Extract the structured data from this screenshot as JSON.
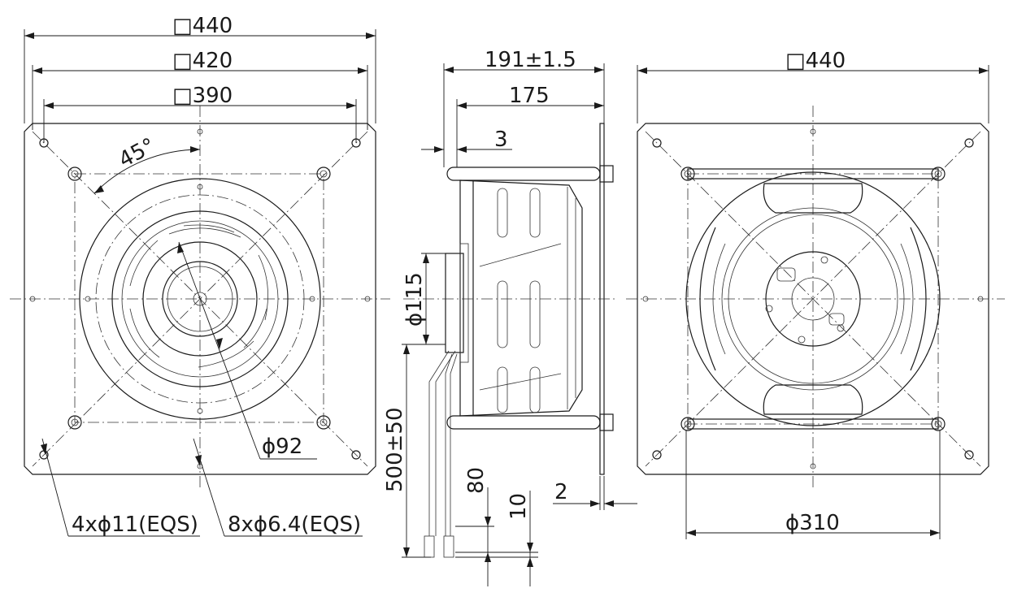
{
  "front_view": {
    "dim_outer": "□440",
    "dim_mid": "□420",
    "dim_inner": "□390",
    "angle": "45°",
    "hub_diameter": "ϕ92",
    "holes_outer": "4xϕ11(EQS)",
    "holes_inner": "8xϕ6.4(EQS)"
  },
  "side_view": {
    "overall_depth": "191±1.5",
    "body_depth": "175",
    "flange_offset": "3",
    "motor_diameter": "ϕ115",
    "cable_length": "500±50",
    "lead_strip": "80",
    "terminal": "10",
    "plate_thickness": "2"
  },
  "rear_view": {
    "dim_outer": "□440",
    "inlet_diameter": "ϕ310"
  }
}
